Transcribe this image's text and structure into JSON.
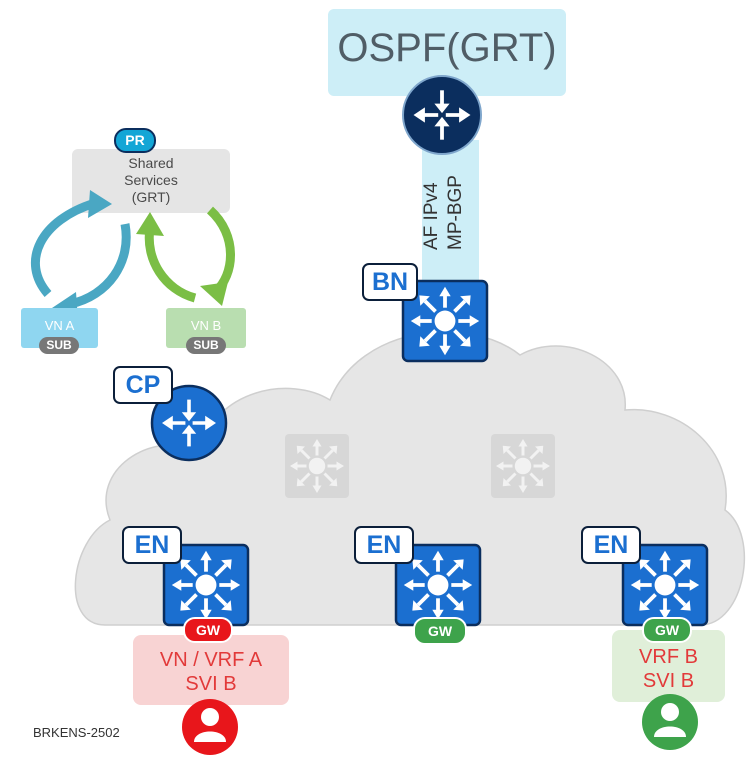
{
  "ospf": {
    "label": "OSPF(GRT)"
  },
  "link": {
    "line1": "AF IPv4",
    "line2": "MP-BGP"
  },
  "shared": {
    "badge": "PR",
    "line1": "Shared",
    "line2": "Services",
    "line3": "(GRT)"
  },
  "vn_a": {
    "label": "VN A",
    "sub": "SUB"
  },
  "vn_b": {
    "label": "VN B",
    "sub": "SUB"
  },
  "nodes": {
    "bn": "BN",
    "cp": "CP",
    "en1": "EN",
    "en2": "EN",
    "en3": "EN"
  },
  "gw": {
    "left": "GW",
    "mid": "GW",
    "right": "GW"
  },
  "vrf_a": {
    "line1": "VN / VRF A",
    "line2": "SVI B"
  },
  "vrf_b": {
    "line1": "VRF B",
    "line2": "SVI B"
  },
  "footer": {
    "code": "BRKENS-2502"
  },
  "colors": {
    "ospf_box": "#cdeef7",
    "router_dark": "#0b2e5e",
    "device_blue": "#1b6fd0",
    "cloud": "#e6e6e6",
    "red": "#e8161b",
    "green": "#3ea34b",
    "arrow_blue": "#4aa7c3",
    "arrow_green": "#7bbe45",
    "vn_a": "#8fd6f0",
    "vn_b": "#b9deb0"
  }
}
